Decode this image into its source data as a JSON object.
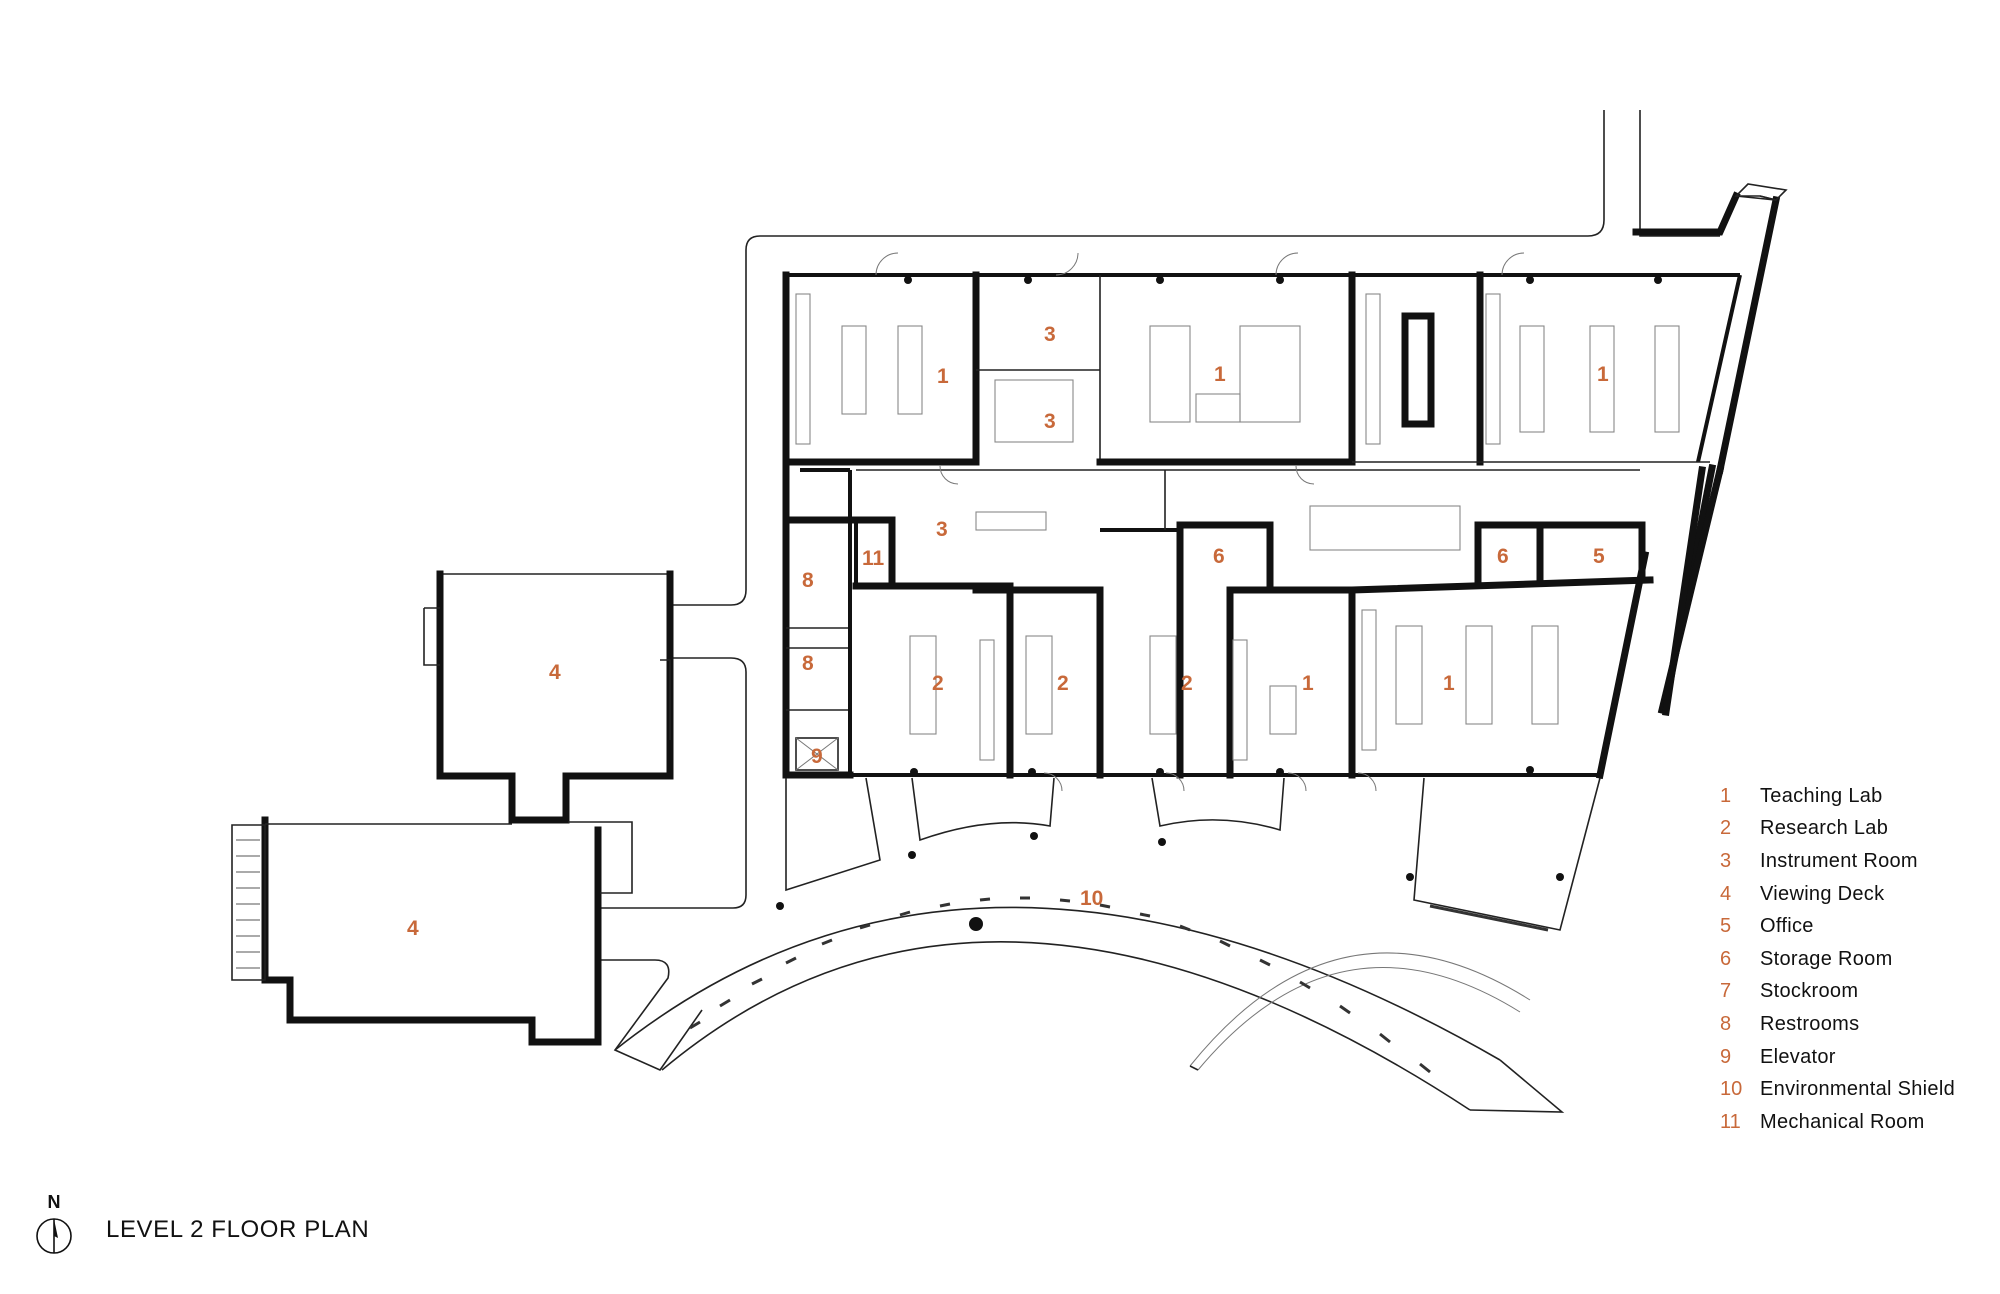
{
  "plan_title": "LEVEL 2 FLOOR PLAN",
  "north_label": "N",
  "accent_color": "#c8693a",
  "room_numbers": [
    "1",
    "3",
    "3",
    "1",
    "1",
    "3",
    "11",
    "6",
    "6",
    "5",
    "8",
    "8",
    "9",
    "2",
    "2",
    "2",
    "1",
    "1",
    "4",
    "4",
    "10"
  ],
  "legend": [
    {
      "num": "1",
      "label": "Teaching Lab"
    },
    {
      "num": "2",
      "label": "Research Lab"
    },
    {
      "num": "3",
      "label": "Instrument Room"
    },
    {
      "num": "4",
      "label": "Viewing Deck"
    },
    {
      "num": "5",
      "label": "Office"
    },
    {
      "num": "6",
      "label": "Storage Room"
    },
    {
      "num": "7",
      "label": "Stockroom"
    },
    {
      "num": "8",
      "label": "Restrooms"
    },
    {
      "num": "9",
      "label": "Elevator"
    },
    {
      "num": "10",
      "label": "Environmental Shield"
    },
    {
      "num": "11",
      "label": "Mechanical Room"
    }
  ]
}
